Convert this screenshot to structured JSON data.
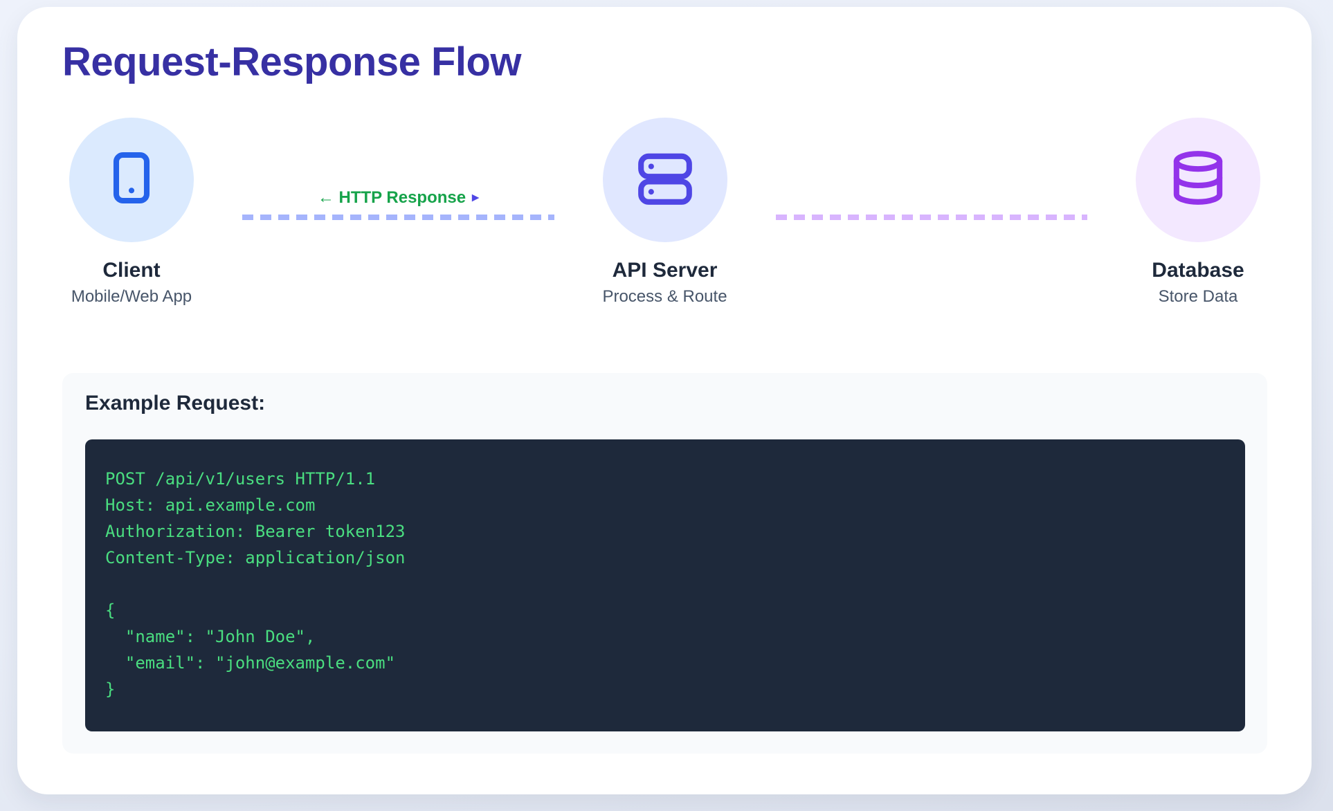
{
  "page": {
    "title": "Request-Response Flow"
  },
  "nodes": [
    {
      "id": "client",
      "label": "Client",
      "sublabel": "Mobile/Web App",
      "icon": "smartphone-icon",
      "icon_color": "#2563eb",
      "circle_bg": "#dbeafe"
    },
    {
      "id": "api-server",
      "label": "API Server",
      "sublabel": "Process & Route",
      "icon": "server-icon",
      "icon_color": "#4f46e5",
      "circle_bg": "#e0e7ff"
    },
    {
      "id": "database",
      "label": "Database",
      "sublabel": "Store Data",
      "icon": "database-icon",
      "icon_color": "#9333ea",
      "circle_bg": "#f3e8ff"
    }
  ],
  "connectors": [
    {
      "label": "← HTTP Response",
      "label_color": "#16a34a",
      "arrow": "▸",
      "arrow_color": "#4f46e5",
      "line_color": "#a5b4fc"
    },
    {
      "label": "",
      "line_color": "#d8b4fe"
    }
  ],
  "example": {
    "heading": "Example Request:",
    "code_bg": "#1e293b",
    "code_color": "#4ade80",
    "code_lines": [
      "POST /api/v1/users HTTP/1.1",
      "Host: api.example.com",
      "Authorization: Bearer token123",
      "Content-Type: application/json",
      "",
      "{",
      "  \"name\": \"John Doe\",",
      "  \"email\": \"john@example.com\"",
      "}"
    ]
  }
}
